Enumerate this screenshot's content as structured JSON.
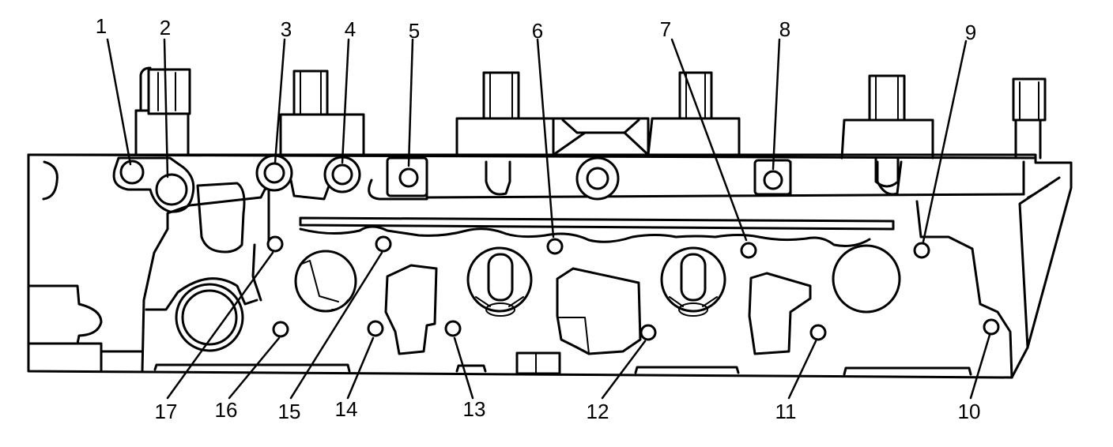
{
  "callouts": [
    "1",
    "2",
    "3",
    "4",
    "5",
    "6",
    "7",
    "8",
    "9",
    "10",
    "11",
    "12",
    "13",
    "14",
    "15",
    "16",
    "17"
  ],
  "colors": {
    "line": "#000000",
    "background": "#ffffff"
  }
}
